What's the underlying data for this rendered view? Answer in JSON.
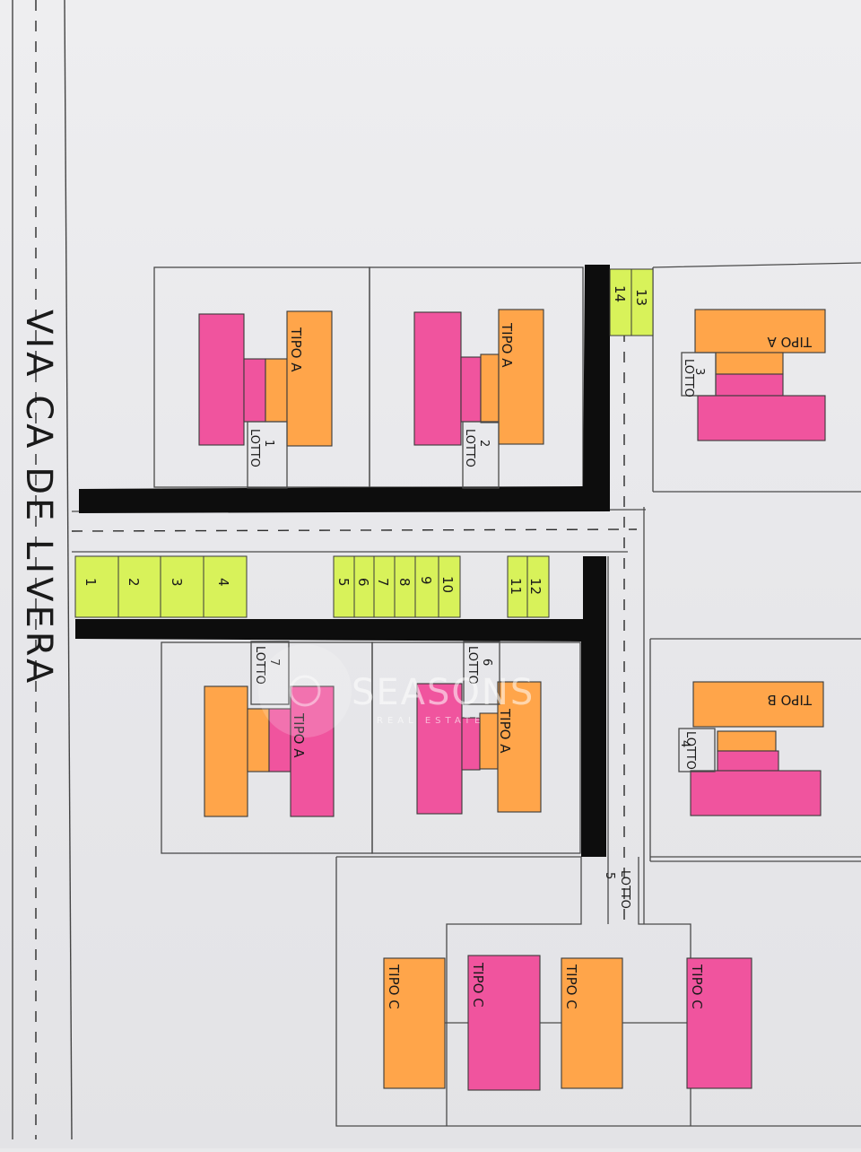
{
  "street_name": "VIA CA DE LIVERA",
  "type_labels": {
    "a": "TIPO A",
    "b": "TIPO B",
    "c": "TIPO C"
  },
  "lotto_word": "LOTTO",
  "lots": [
    "1",
    "2",
    "3",
    "4",
    "5",
    "6",
    "7"
  ],
  "parking_numbers": [
    "1",
    "2",
    "3",
    "4",
    "5",
    "6",
    "7",
    "8",
    "9",
    "10",
    "11",
    "12",
    "13",
    "14"
  ],
  "watermark": {
    "brand": "SEASONS",
    "sub": "REAL ESTATE"
  },
  "colors": {
    "orange_marker": "#ffa54a",
    "pink_marker": "#f0549e",
    "green_marker": "#d8f25a",
    "road_black": "#0d0d0d"
  }
}
